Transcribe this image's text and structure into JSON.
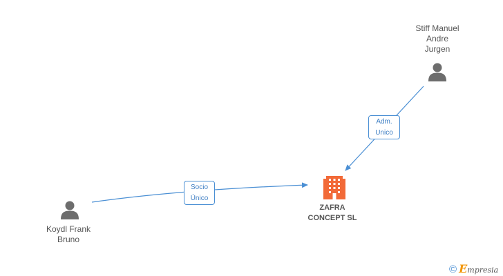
{
  "diagram": {
    "company": {
      "name": "ZAFRA\nCONCEPT SL",
      "icon": "building-icon",
      "color": "#f26a38"
    },
    "people": [
      {
        "id": "stiff",
        "name": "Stiff Manuel\nAndre\nJurgen",
        "icon": "person-icon"
      },
      {
        "id": "koydl",
        "name": "Koydl Frank\nBruno",
        "icon": "person-icon"
      }
    ],
    "relations": [
      {
        "from": "stiff",
        "to": "company",
        "label": "Adm.\nUnico"
      },
      {
        "from": "koydl",
        "to": "company",
        "label": "Socio\nÚnico"
      }
    ],
    "edge_color": "#4a8fd4",
    "person_color": "#6d6d6d"
  },
  "footer": {
    "copyright_symbol": "©",
    "brand_initial": "E",
    "brand_rest": "mpresia"
  }
}
